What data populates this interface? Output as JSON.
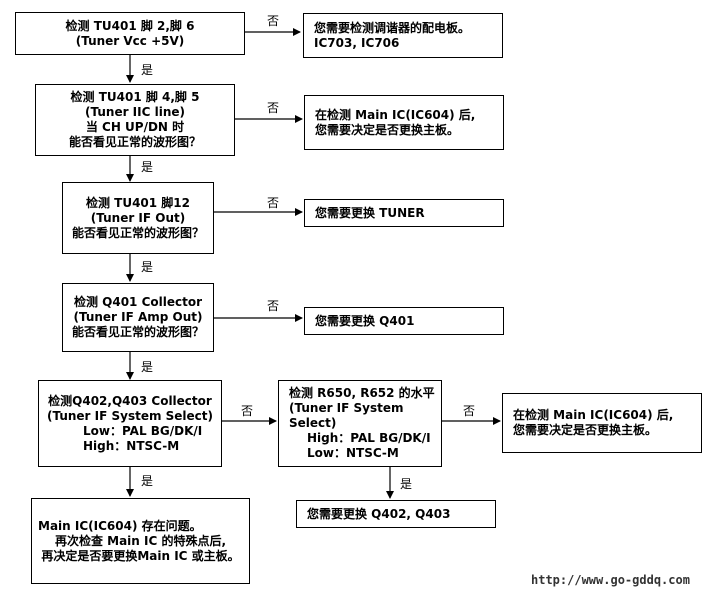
{
  "boxes": {
    "q1": [
      "检测 TU401 脚 2,脚 6",
      "(Tuner Vcc +5V)"
    ],
    "a1": [
      "您需要检测调谐器的配电板。",
      "IC703, IC706"
    ],
    "q2": [
      "检测 TU401 脚 4,脚 5",
      "(Tuner IIC line)",
      "当  CH UP/DN  时",
      "能否看见正常的波形图？"
    ],
    "a2": [
      "在检测 Main IC(IC604) 后,",
      "您需要决定是否更换主板。"
    ],
    "q3": [
      "检测 TU401 脚12",
      "(Tuner IF Out)",
      "能否看见正常的波形图？"
    ],
    "a3": [
      "您需要更换 TUNER"
    ],
    "q4": [
      "检测 Q401 Collector",
      "(Tuner IF Amp Out)",
      "能否看见正常的波形图？"
    ],
    "a4": [
      "您需要更换 Q401"
    ],
    "q5": [
      "检测Q402,Q403 Collector",
      "(Tuner IF System Select)",
      "Low：PAL BG/DK/I",
      "High：NTSC-M"
    ],
    "q6": [
      "检测 R650, R652 的水平",
      "(Tuner IF System Select)",
      "High：PAL BG/DK/I",
      "Low：NTSC-M"
    ],
    "a6": [
      "在检测 Main IC(IC604) 后,",
      "您需要决定是否更换主板。"
    ],
    "a6yes": [
      "您需要更换 Q402, Q403"
    ],
    "a5": [
      "Main IC(IC604) 存在问题。",
      "再次检查 Main IC 的特殊点后,",
      "再决定是否要更换Main IC 或主板。"
    ]
  },
  "labels": {
    "yes": "是",
    "no": "否"
  },
  "watermark": "http://www.go-gddq.com"
}
